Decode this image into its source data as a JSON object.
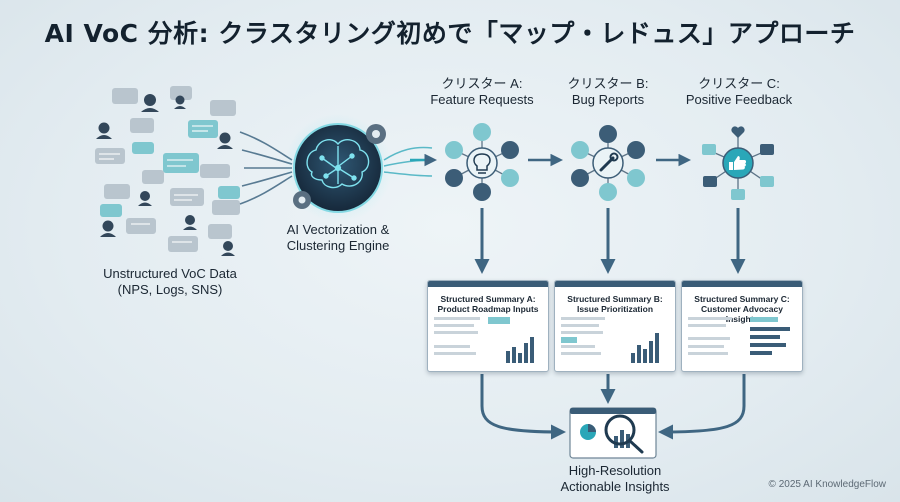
{
  "title": "AI VoC 分析: クラスタリング初めで「マップ・レドュス」アプローチ",
  "source": {
    "line1": "Unstructured VoC Data",
    "line2": "(NPS, Logs, SNS)"
  },
  "engine": {
    "line1": "AI Vectorization &",
    "line2": "Clustering Engine"
  },
  "clusters": [
    {
      "name": "クリスター A:",
      "topic": "Feature Requests",
      "icon": "lightbulb-icon"
    },
    {
      "name": "クリスター B:",
      "topic": "Bug Reports",
      "icon": "wrench-icon"
    },
    {
      "name": "クリスター C:",
      "topic": "Positive Feedback",
      "icon": "thumbs-up-icon"
    }
  ],
  "summaries": [
    {
      "line1": "Structured Summary A:",
      "line2": "Product Roadmap Inputs"
    },
    {
      "line1": "Structured Summary B:",
      "line2": "Issue Prioritization"
    },
    {
      "line1": "Structured Summary C:",
      "line2": "Customer Advocacy Insights"
    }
  ],
  "output": {
    "line1": "High-Resolution",
    "line2": "Actionable Insights"
  },
  "copyright": "© 2025 AI KnowledgeFlow",
  "colors": {
    "arrow": "#3f6682",
    "accent": "#2aa7b8",
    "bubble_gray": "#b9c5ce",
    "bubble_teal": "#7fc7cf"
  }
}
